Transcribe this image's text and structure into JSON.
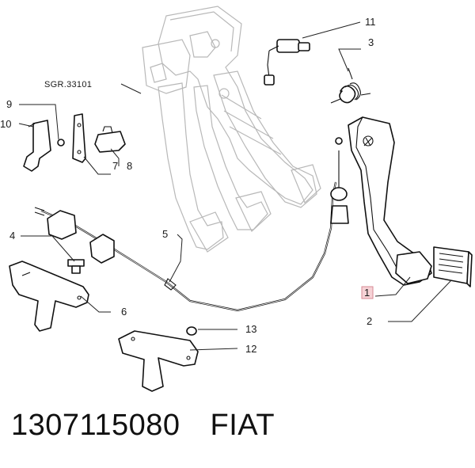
{
  "diagram": {
    "reference_label": "SGR.33101",
    "callouts": [
      {
        "id": "c1",
        "text": "1",
        "highlighted": true
      },
      {
        "id": "c2",
        "text": "2"
      },
      {
        "id": "c3",
        "text": "3"
      },
      {
        "id": "c4",
        "text": "4"
      },
      {
        "id": "c5",
        "text": "5"
      },
      {
        "id": "c6",
        "text": "6"
      },
      {
        "id": "c7",
        "text": "7"
      },
      {
        "id": "c8",
        "text": "8"
      },
      {
        "id": "c9",
        "text": "9"
      },
      {
        "id": "c10",
        "text": "10"
      },
      {
        "id": "c11",
        "text": "11"
      },
      {
        "id": "c12",
        "text": "12"
      },
      {
        "id": "c13",
        "text": "13"
      }
    ],
    "highlight_color": "#f6d2d6"
  },
  "footer": {
    "part_number": "1307115080",
    "brand": "FIAT"
  }
}
